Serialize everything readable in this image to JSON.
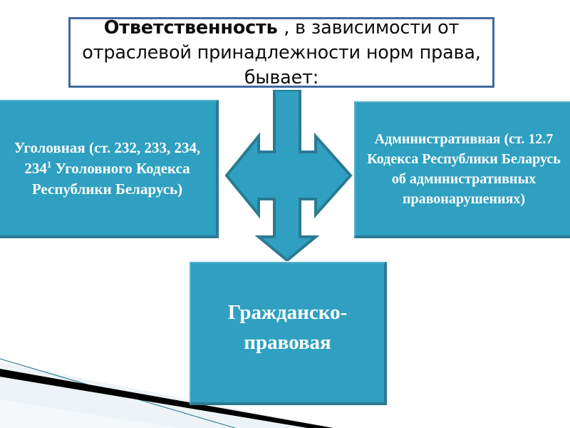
{
  "slide": {
    "title": {
      "emphasis": "Ответственность ",
      "rest": ", в зависимости от отраслевой принадлежности норм права, бывает:",
      "full": "Ответственность , в зависимости от отраслевой принадлежности норм права, бывает:",
      "border_color": "#41699C",
      "background": "#FFFFFF",
      "text_color": "#0D0D0D"
    },
    "nodes": [
      {
        "id": "criminal",
        "label": "Уголовная (ст. 232, 233, 234, 234¹ Уголовного Кодекса Республики Беларусь)",
        "fill": "#2FA0C1",
        "shadow": "#2B7A92",
        "text_color": "#FFFFFF",
        "position": "left"
      },
      {
        "id": "administrative",
        "label": "Административная (ст. 12.7 Кодекса Республики Беларусь об административных правонарушениях)",
        "fill": "#2FA0C1",
        "shadow": "#2B7A92",
        "text_color": "#FFFFFF",
        "position": "right"
      },
      {
        "id": "civil",
        "label": "Гражданско-правовая",
        "fill": "#2FA0C1",
        "shadow": "#2B7A92",
        "text_color": "#FFFFFF",
        "position": "bottom"
      }
    ],
    "connector": {
      "name": "three-way-arrow",
      "directions": [
        "left",
        "right",
        "down"
      ],
      "stem": "up",
      "fill": "#2FA0C1",
      "outline": "#2B7A92"
    },
    "decoration": {
      "name": "corner-swoosh",
      "band_color": "#000000",
      "accent_color": "#2B7A92",
      "wedge_color": "#E4EDF2",
      "hatch_color": "#EFEFEF"
    }
  }
}
